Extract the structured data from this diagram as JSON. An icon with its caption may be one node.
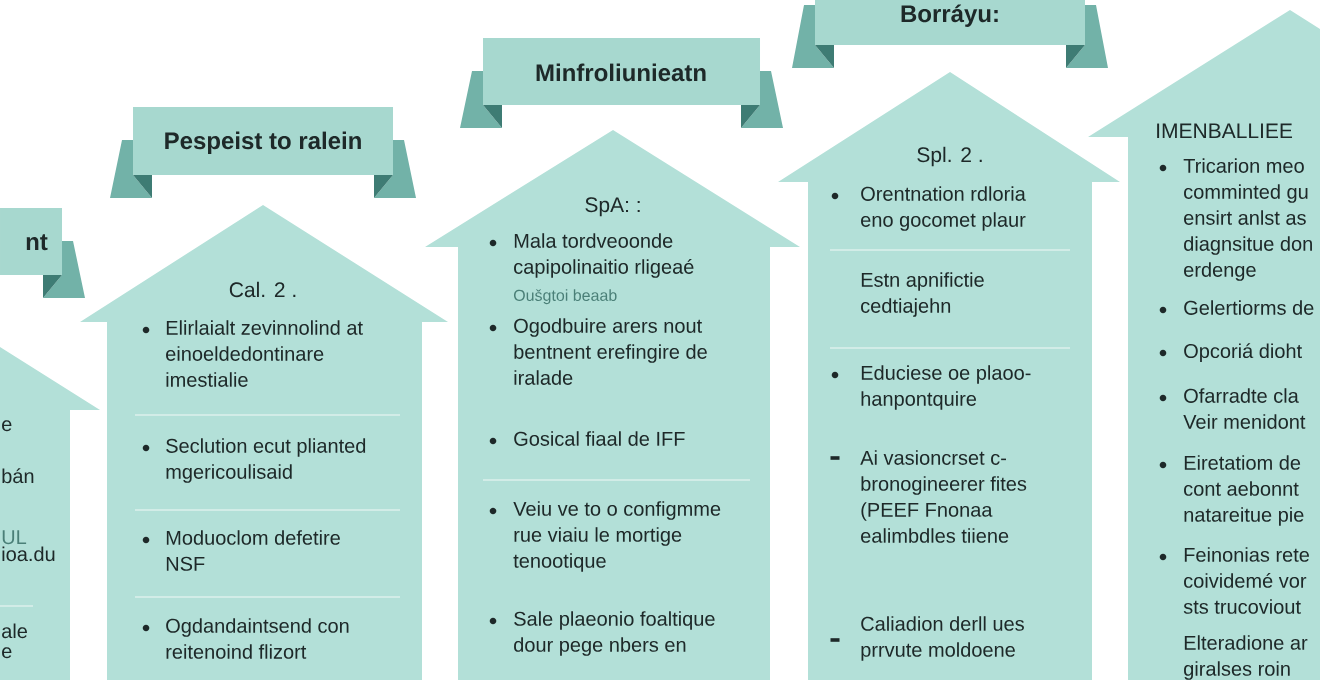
{
  "diagram": {
    "nodes": [
      {
        "text": [
          "nt"
        ]
      },
      {
        "text": [
          "e",
          "bán",
          "UL",
          "ioa.du",
          "ale",
          "e"
        ]
      },
      {
        "text": [
          "Pespeist to ralein"
        ]
      },
      {
        "text": [
          "Cal. 2 .",
          "Elirlaialt zevinnolind at einoeldedontinare imestialie",
          "Seclution ecut plianted mgericoulisaid",
          "Moduoclom defetire NSF",
          "Ogdandaintsend con reitenoind flizort"
        ]
      },
      {
        "text": [
          "Minfroliunieatn"
        ]
      },
      {
        "text": [
          "SpA: :",
          "Mala tordveoonde capipolinaitio rligeaé",
          "Oušgtoi beaab",
          "Ogodbuire arers nout bentnent erefingire de iralade",
          "Gosical fiaal de IFF",
          "Veiu ve to o configmme rue viaiu le mortige tenootique",
          "Sale plaeonio foaltique dour pege nbers en"
        ]
      },
      {
        "text": [
          "Borráyu:"
        ]
      },
      {
        "text": [
          "Spl. 2 .",
          "Orentnation rdloria eno gocomet plaur",
          "Estn apnifictie cedtiajehn",
          "Educiese oe plaoo- hanpontquire",
          "Ai vasioncrset c- bronogineerer fites (PEEF Fnonaa ealimbdles tiiene",
          "Caliadion derll ues prrvute moldoene"
        ]
      },
      {
        "text": [
          "IMENBALLIEE",
          "Tricarion meo comminted gu ensirt anlst as diagnsitue don erdenge",
          "Gelertiorms de",
          "Opcoriá dioht",
          "Ofarradte cla Veir menidont",
          "Eiretatiom de cont aebonnt natareitue pie",
          "Feinonias rete coividemé vor sts trucoviout",
          "Elteradione ar giralses roin"
        ]
      }
    ]
  }
}
